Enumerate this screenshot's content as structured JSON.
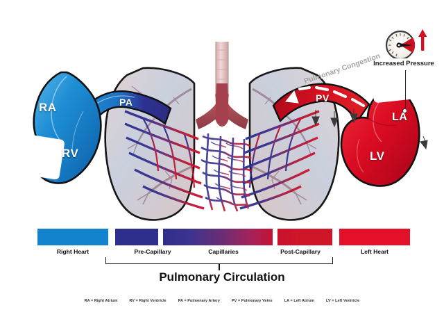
{
  "diagram": {
    "title": "Pulmonary Circulation",
    "background_color": "#ffffff"
  },
  "heart_labels": {
    "ra": "RA",
    "rv": "RV",
    "pa": "PA",
    "pv": "PV",
    "la": "LA",
    "lv": "LV"
  },
  "annotations": {
    "pressure_caption": "Increased Pressure",
    "congestion_watermark": "Pulmonary Congestion"
  },
  "scale": {
    "segments": [
      {
        "key": "right_heart",
        "label": "Right Heart",
        "color": "#1383cd"
      },
      {
        "key": "pre_capillary",
        "label": "Pre-Capillary",
        "color": "#2e2e8c"
      },
      {
        "key": "capillaries",
        "label": "Capillaries",
        "color": "#6d2c73"
      },
      {
        "key": "post_capillary",
        "label": "Post-Capillary",
        "color": "#c8102e"
      },
      {
        "key": "left_heart",
        "label": "Left Heart",
        "color": "#e4102a"
      }
    ]
  },
  "abbreviations": [
    {
      "code": "RA",
      "meaning": "Right Atrium",
      "text": "RA = Right Atrium"
    },
    {
      "code": "RV",
      "meaning": "Right Ventricle",
      "text": "RV = Right Ventricle"
    },
    {
      "code": "PA",
      "meaning": "Pulmonary Artery",
      "text": "PA = Pulmonary Artery"
    },
    {
      "code": "PV",
      "meaning": "Pulmonary Veins",
      "text": "PV = Pulmonary Veins"
    },
    {
      "code": "LA",
      "meaning": "Left Atrium",
      "text": "LA = Left Atrium"
    },
    {
      "code": "LV",
      "meaning": "Left Ventricle",
      "text": "LV = Left Ventricle"
    }
  ],
  "colors": {
    "venous_blue": "#1383cd",
    "pa_navy": "#2e3192",
    "arterial_red": "#e4102a",
    "lung_tissue": "#d7c3c4",
    "outline": "#1a1a1a"
  }
}
